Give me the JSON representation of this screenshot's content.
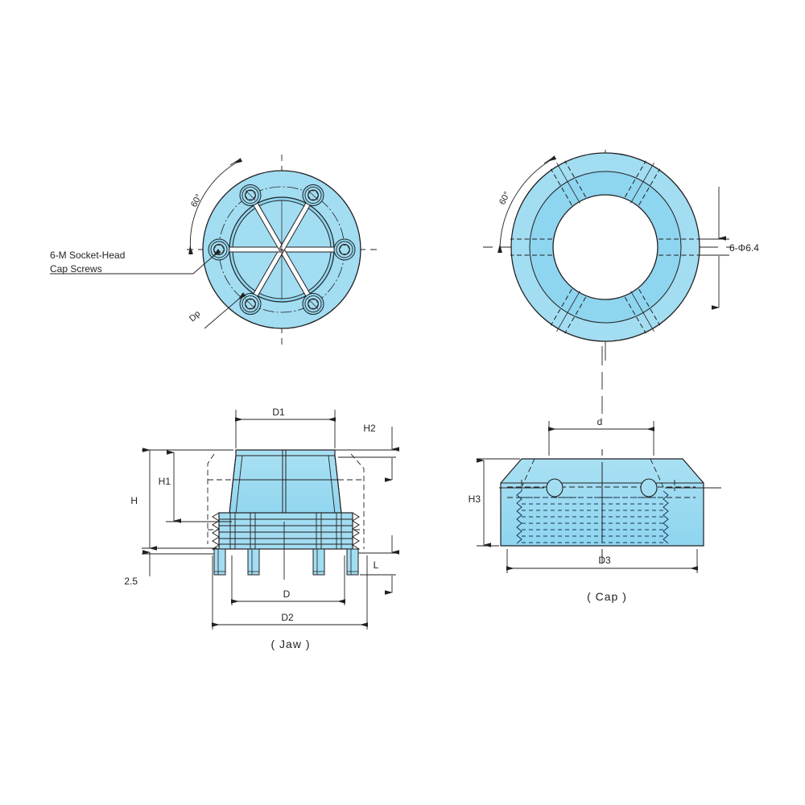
{
  "drawing": {
    "title": "Chuck Jaw and Cap Technical Drawing",
    "colors": {
      "fill_light": "#a8dff2",
      "fill_mid": "#7fd0ea",
      "fill_dark": "#66c4e4",
      "line": "#231f20",
      "background": "#ffffff"
    }
  },
  "views": {
    "top_left": {
      "name": "front-face-view",
      "annotations": {
        "screw_note_line1": "6-M Socket-Head",
        "screw_note_line2": "Cap Screws",
        "angle": "60°",
        "pitch_circle": "Dp"
      },
      "screw_count": 6,
      "slot_count": 6
    },
    "top_right": {
      "name": "ring-view",
      "annotations": {
        "angle": "60°",
        "hole_callout": "6-Φ6.4"
      }
    },
    "bottom_left": {
      "name": "jaw-section-view",
      "caption": "( Jaw )",
      "dimensions": {
        "d1": "D1",
        "d2": "D2",
        "d": "D",
        "h": "H",
        "h1": "H1",
        "h2": "H2",
        "l": "L",
        "base_thickness": "2.5"
      }
    },
    "bottom_right": {
      "name": "cap-section-view",
      "caption": "( Cap )",
      "dimensions": {
        "d": "d",
        "d3": "D3",
        "h3": "H3"
      }
    }
  }
}
